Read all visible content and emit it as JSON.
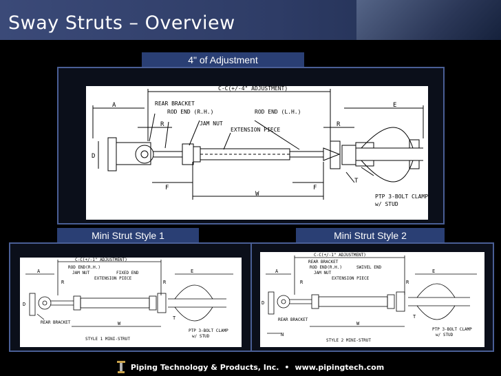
{
  "header": {
    "title": "Sway Struts – Overview"
  },
  "main": {
    "caption": "4\" of Adjustment",
    "drawing": {
      "dim_cc": "C-C(+/-4\" ADJUSTMENT)",
      "rear_bracket": "REAR BRACKET",
      "rod_end_rh": "ROD END (R.H.)",
      "rod_end_lh": "ROD END (L.H.)",
      "jam_nut": "JAM NUT",
      "extension_piece": "EXTENSION PIECE",
      "dim_a": "A",
      "dim_e": "E",
      "dim_r1": "R",
      "dim_r2": "R",
      "dim_d": "D",
      "dim_f1": "F",
      "dim_f2": "F",
      "dim_w": "W",
      "dim_t": "T",
      "clamp_label_1": "PTP 3-BOLT CLAMP",
      "clamp_label_2": "w/ STUD"
    }
  },
  "mini1": {
    "caption": "Mini Strut Style 1",
    "drawing": {
      "dim_cc": "C-C(+/-1\" ADJUSTMENT)",
      "rod_end": "ROD END(R.H.)",
      "jam_nut": "JAM NUT",
      "fixed_end": "FIXED END",
      "extension_piece": "EXTENSION PIECE",
      "rear_bracket": "REAR BRACKET",
      "style_label": "STYLE 1 MINI-STRUT",
      "clamp_label_1": "PTP 3-BOLT CLAMP",
      "clamp_label_2": "w/ STUD",
      "dim_a": "A",
      "dim_e": "E",
      "dim_r1": "R",
      "dim_r2": "R",
      "dim_d": "D",
      "dim_w": "W",
      "dim_t": "T"
    }
  },
  "mini2": {
    "caption": "Mini Strut Style 2",
    "drawing": {
      "dim_cc": "C-C(+/-1\" ADJUSTMENT)",
      "rear_bracket_top": "REAR BRACKET",
      "rod_end": "ROD END(R.H.)",
      "jam_nut": "JAM NUT",
      "swivel_end": "SWIVEL END",
      "extension_piece": "EXTENSION PIECE",
      "rear_bracket": "REAR BRACKET",
      "style_label": "STYLE 2 MINI-STRUT",
      "clamp_label_1": "PTP 3-BOLT CLAMP",
      "clamp_label_2": "w/ STUD",
      "dim_a": "A",
      "dim_e": "E",
      "dim_r1": "R",
      "dim_r2": "R",
      "dim_d": "D",
      "dim_w": "W",
      "dim_t": "T",
      "dim_n": "N"
    }
  },
  "footer": {
    "company": "Piping Technology & Products, Inc.",
    "separator": "•",
    "website": "www.pipingtech.com"
  }
}
